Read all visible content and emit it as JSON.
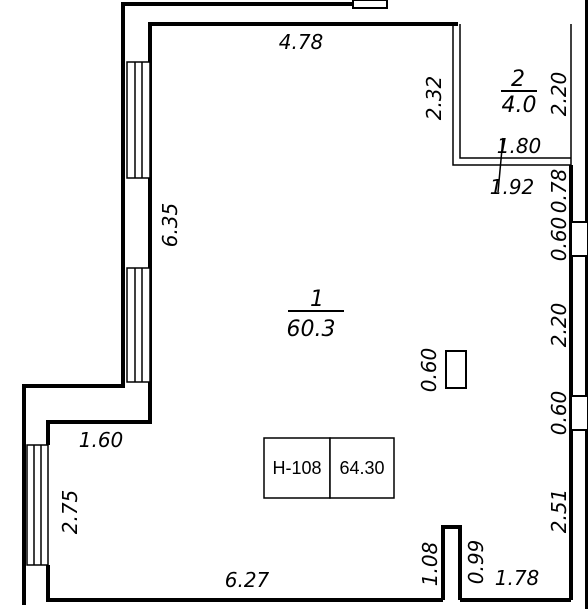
{
  "dimensions": {
    "top_width": "4.78",
    "left_upper_height": "6.35",
    "left_step": "1.60",
    "left_lower_height": "2.75",
    "bottom_width": "6.27",
    "bottom_notch_height": "1.08",
    "right_notch_height": "0.99",
    "right_bottom_width": "1.78",
    "right_segment_bottom": "2.51",
    "right_segment_lower_window": "0.60",
    "right_segment_middle": "2.20",
    "right_segment_upper_window": "0.60",
    "right_segment_top": "0.78",
    "bath_height": "2.32",
    "bath_right_height": "2.20",
    "bath_inner_width": "1.80",
    "bath_outer_width": "1.92",
    "column_size": "0.60"
  },
  "rooms": [
    {
      "number": "1",
      "area": "60.3"
    },
    {
      "number": "2",
      "area": "4.0"
    }
  ],
  "apartment_tag": {
    "number": "Н-108",
    "area": "64.30"
  }
}
